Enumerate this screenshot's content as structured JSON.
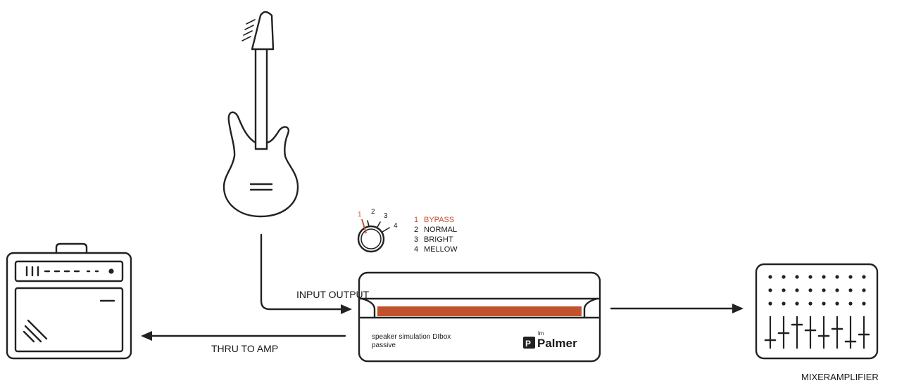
{
  "colors": {
    "accent": "#c2522d",
    "line": "#222222",
    "background": "#ffffff"
  },
  "icons": {
    "guitar": "electric-guitar-icon",
    "amp": "guitar-amp-icon",
    "mixer": "mixer-console-icon",
    "knob": "rotary-knob-icon"
  },
  "labels": {
    "input_output": "INPUT OUTPUT",
    "thru_to_amp": "THRU TO AMP",
    "mixer_amplifier": "MIXERAMPLIFIER"
  },
  "knob": {
    "positions": [
      "1",
      "2",
      "3",
      "4"
    ],
    "modes": [
      {
        "num": "1",
        "name": "BYPASS"
      },
      {
        "num": "2",
        "name": "NORMAL"
      },
      {
        "num": "3",
        "name": "BRIGHT"
      },
      {
        "num": "4",
        "name": "MELLOW"
      }
    ]
  },
  "device": {
    "text_line1": "speaker simulation DIbox",
    "text_line2": "passive",
    "brand_prefix": "lm",
    "brand": "Palmer"
  }
}
